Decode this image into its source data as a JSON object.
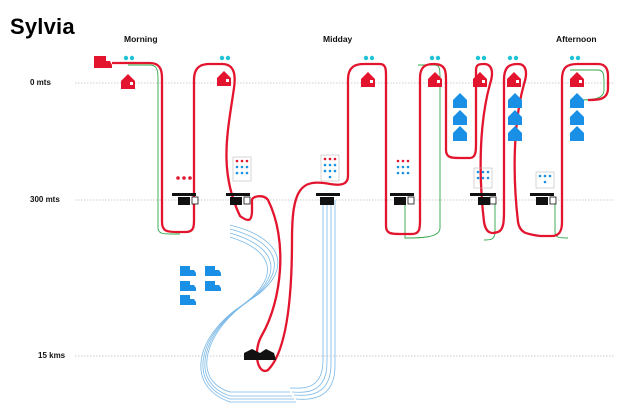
{
  "title": "Sylvia",
  "periods": [
    "Morning",
    "Midday",
    "Afternoon"
  ],
  "levels": [
    "0 mts",
    "300 mts",
    "15 kms"
  ],
  "colors": {
    "route": "#e3142d",
    "green": "#2ea84a",
    "blue": "#1a8fe6",
    "lightblue": "#7ab8e6",
    "cyan": "#1ec3d6",
    "black": "#111111",
    "grid": "#888888"
  }
}
